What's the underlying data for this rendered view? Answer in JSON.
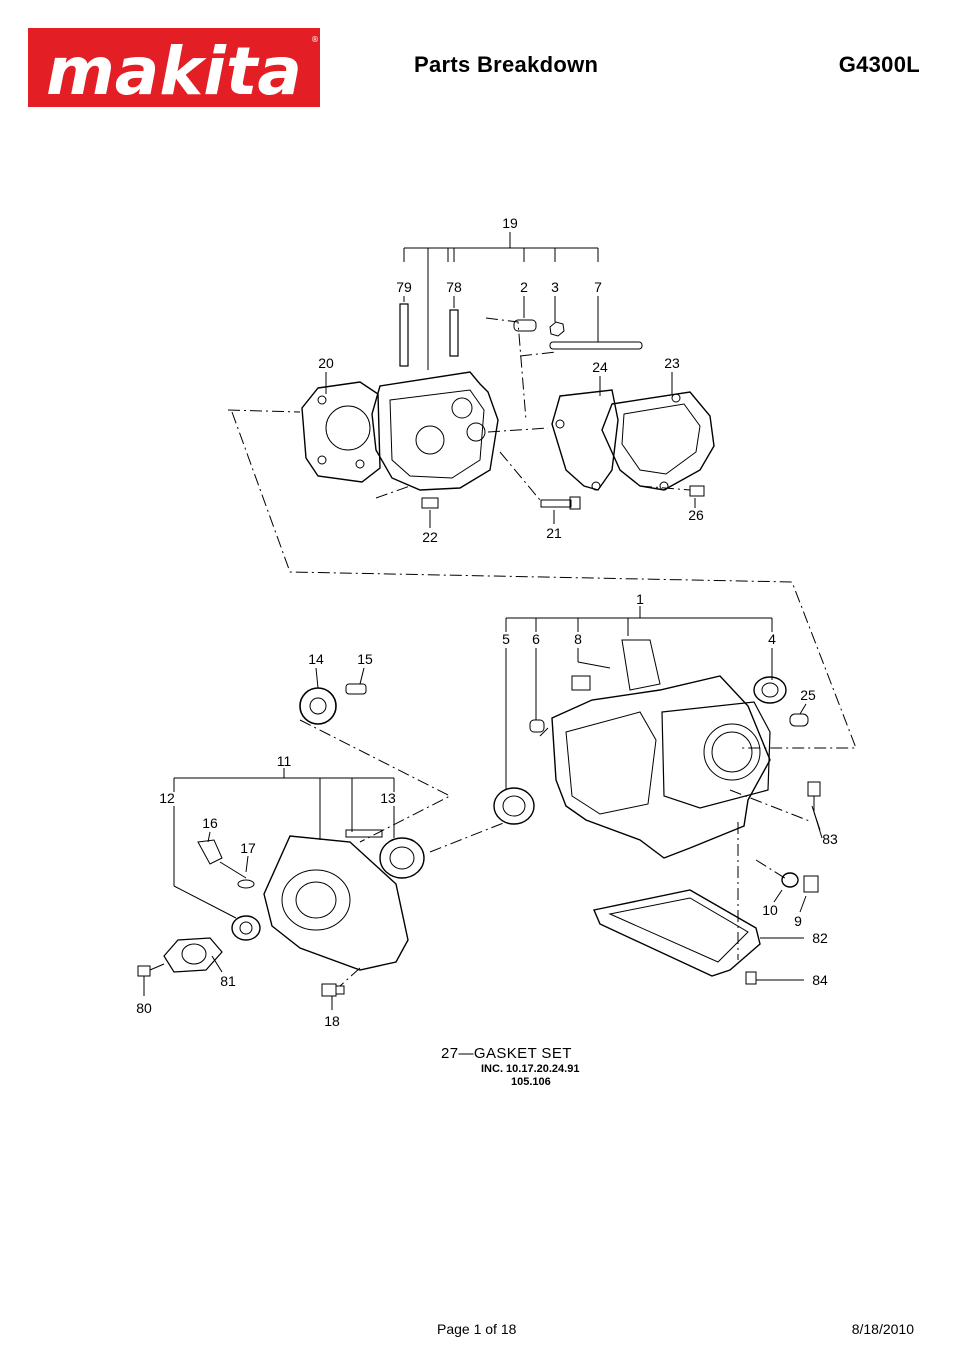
{
  "header": {
    "brand": "makita",
    "title": "Parts Breakdown",
    "model": "G4300L"
  },
  "callouts": [
    "19",
    "79",
    "78",
    "2",
    "3",
    "7",
    "20",
    "24",
    "23",
    "22",
    "21",
    "26",
    "1",
    "5",
    "6",
    "8",
    "4",
    "25",
    "14",
    "15",
    "11",
    "12",
    "13",
    "83",
    "16",
    "17",
    "10",
    "9",
    "82",
    "81",
    "80",
    "18",
    "84"
  ],
  "notes": {
    "gasket_set": "27—GASKET SET",
    "includes": "INC. 10.17.20.24.91",
    "includes_cont": "105.106"
  },
  "footer": {
    "page": "Page 1 of 18",
    "date": "8/18/2010"
  },
  "colors": {
    "brand_red": "#E31E24"
  }
}
